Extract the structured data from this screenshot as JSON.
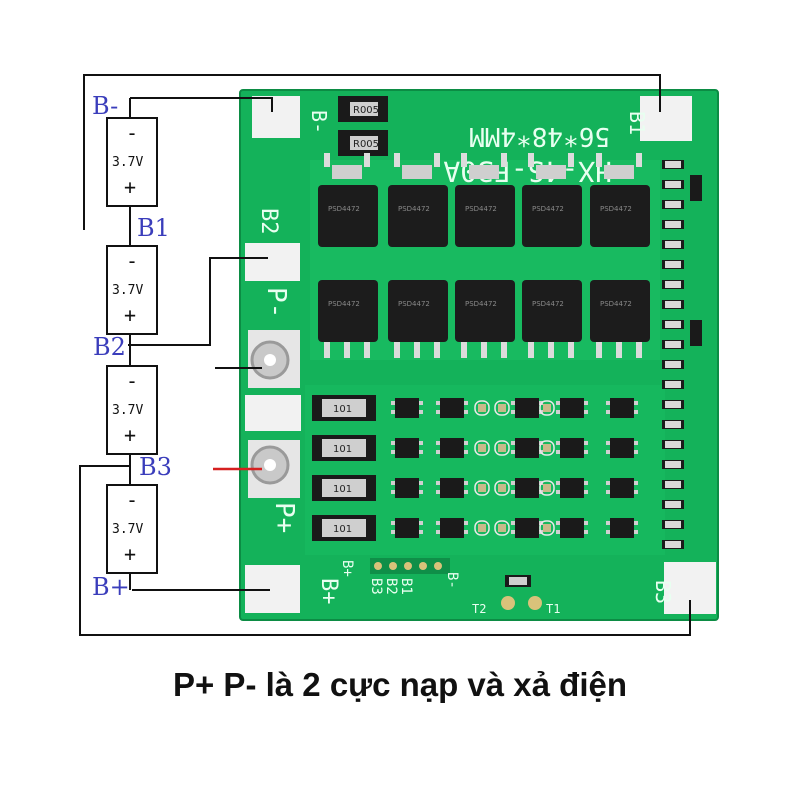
{
  "caption": "P+ P- là 2 cực nạp và xả điện",
  "wire_labels": {
    "b_minus": "B-",
    "b1": "B1",
    "b2": "B2",
    "b3": "B3",
    "b_plus": "B+"
  },
  "cells": [
    {
      "minus": "-",
      "voltage": "3.7V",
      "plus": "+"
    },
    {
      "minus": "-",
      "voltage": "3.7V",
      "plus": "+"
    },
    {
      "minus": "-",
      "voltage": "3.7V",
      "plus": "+"
    },
    {
      "minus": "-",
      "voltage": "3.7V",
      "plus": "+"
    }
  ],
  "board": {
    "model": "HX-4S-F30A",
    "size": "56*48*4MM",
    "pads": {
      "b_minus": "B-",
      "b1": "B1",
      "b2": "B2",
      "p_minus": "P-",
      "p_plus": "P+",
      "b_plus": "B+",
      "b3": "B3"
    },
    "shunt_resistors": [
      "R005",
      "R005"
    ],
    "balance_resistors": [
      "101",
      "101",
      "101",
      "101"
    ],
    "header_pins": [
      "B+",
      "B3",
      "B2",
      "B1",
      "B-"
    ],
    "thermistor_pads": [
      "T2",
      "T1"
    ],
    "mosfet_marking": "PSD4472"
  },
  "colors": {
    "pcb": "#14b25a",
    "wire": "#111111",
    "discharge_wire": "#d62020",
    "label": "#3a3dbb"
  }
}
